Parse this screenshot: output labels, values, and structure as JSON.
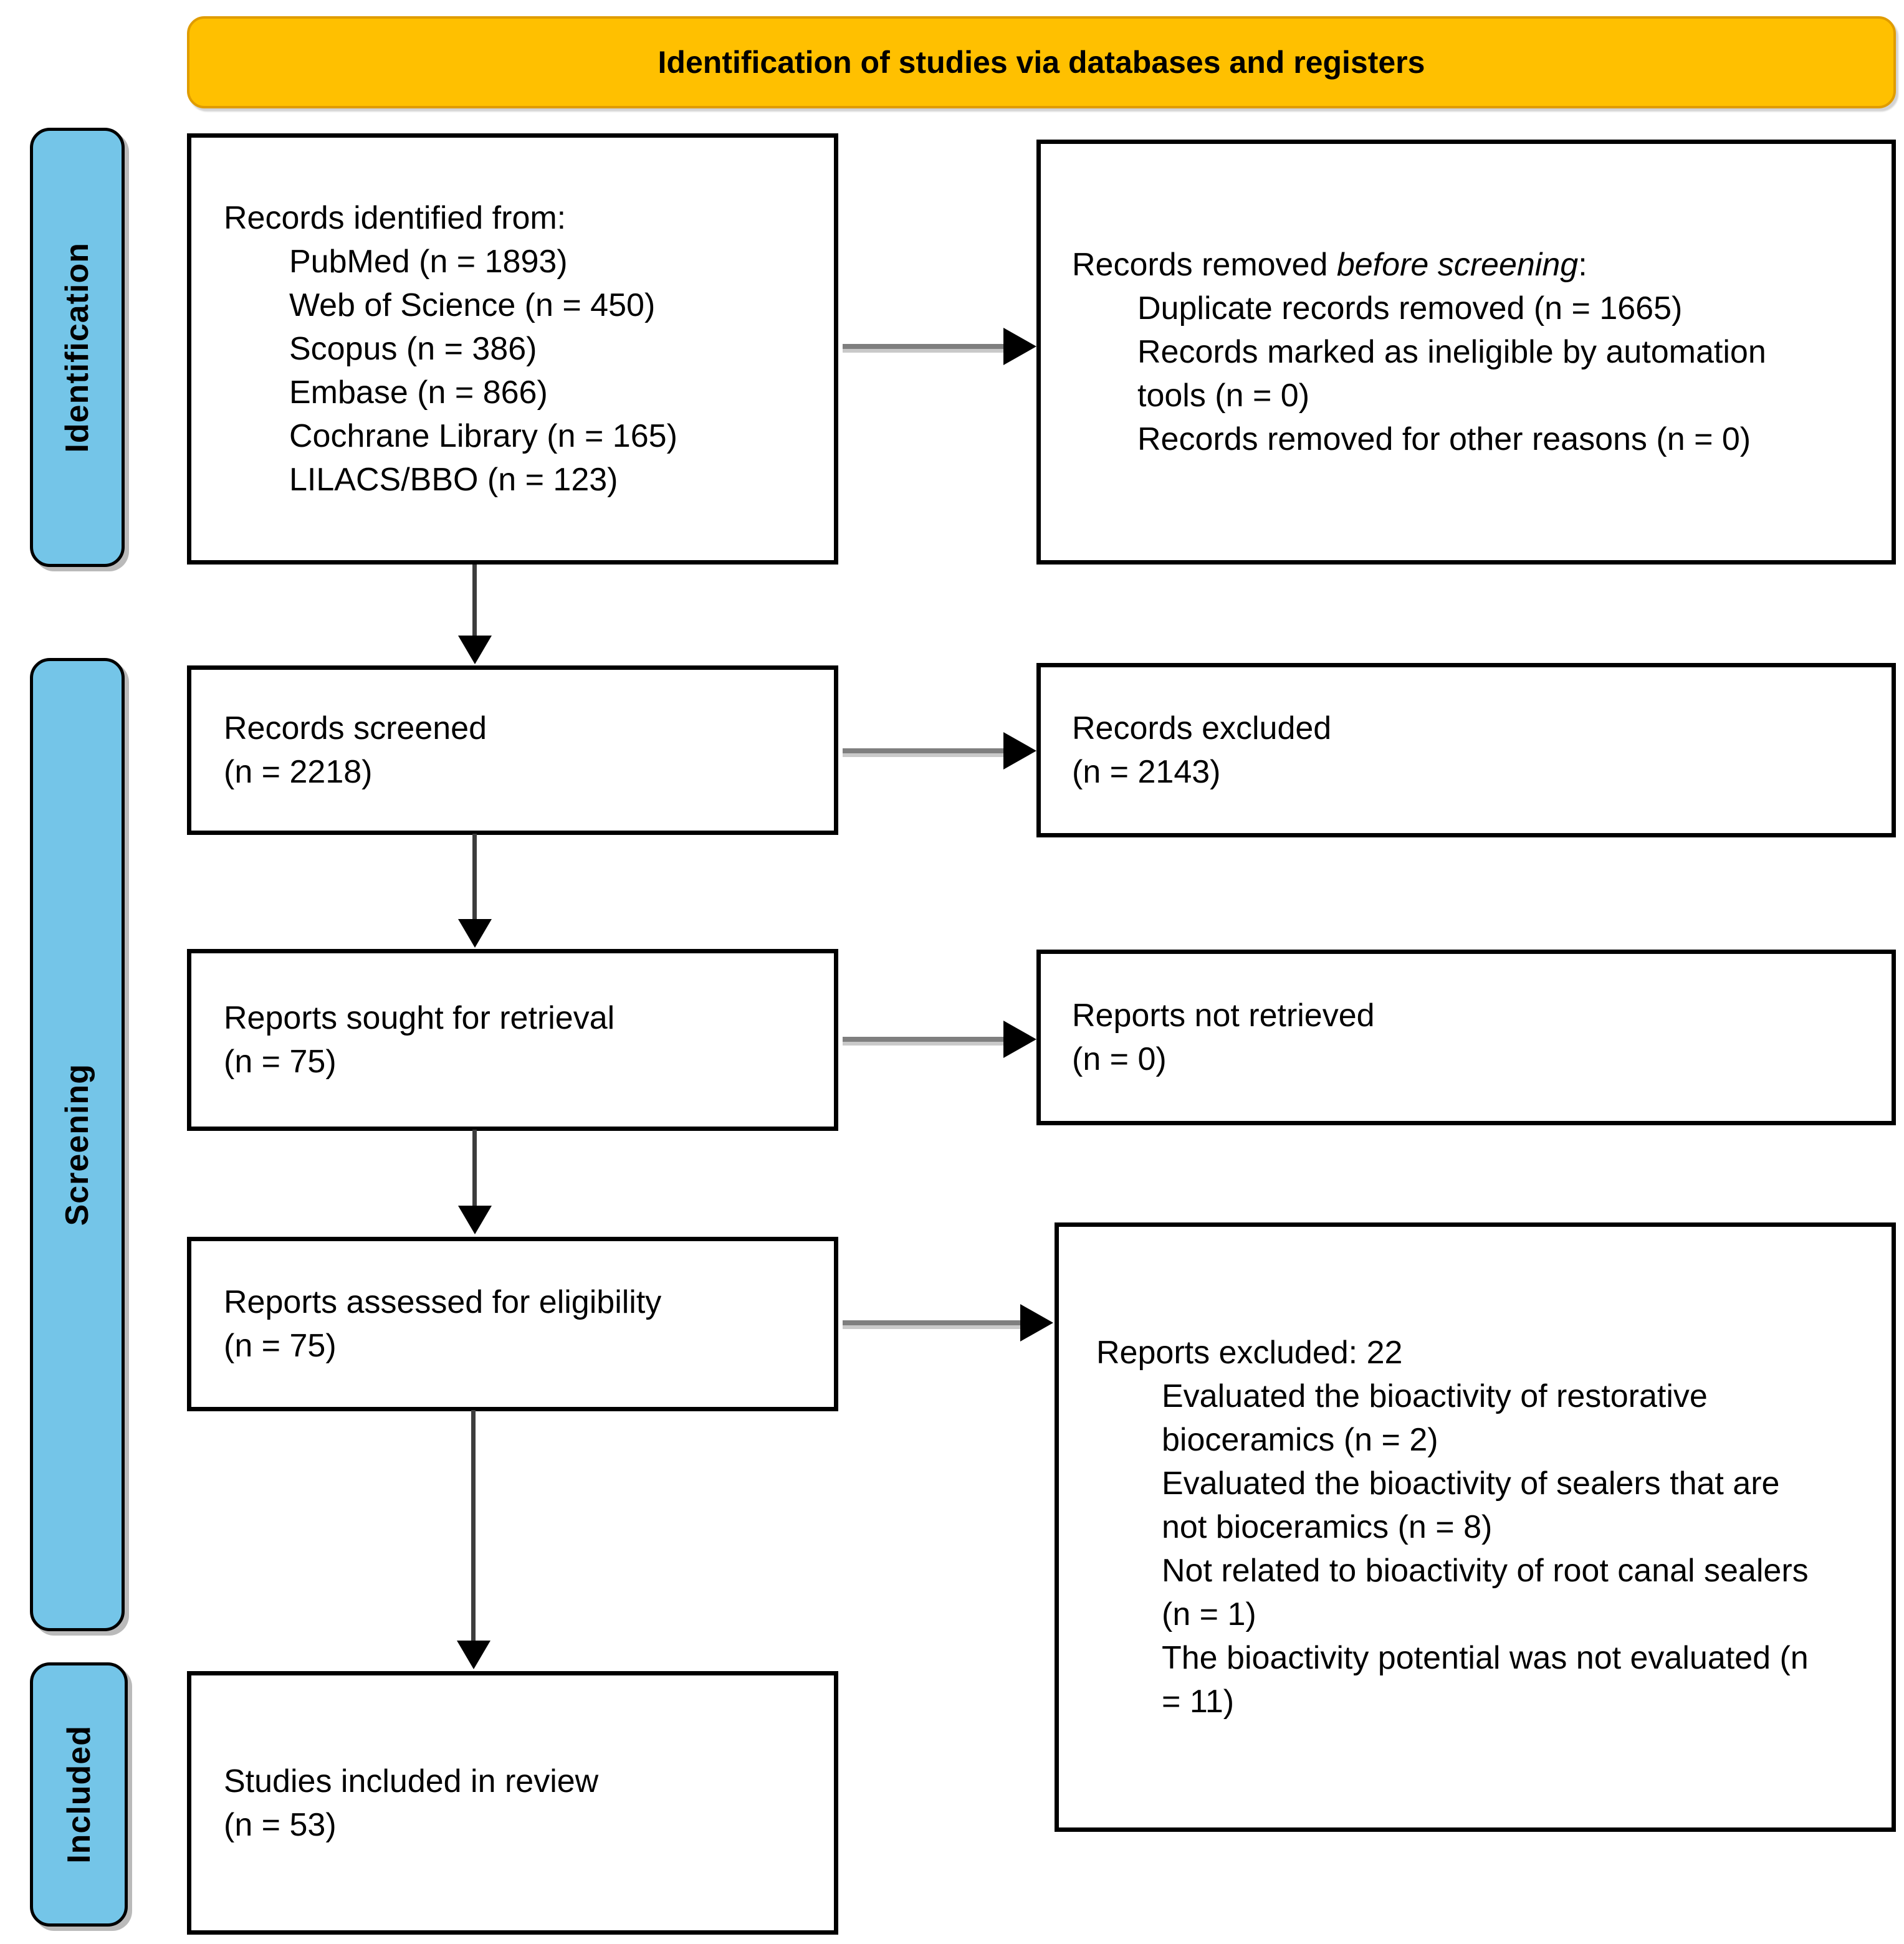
{
  "header": {
    "title": "Identification of studies via databases and registers"
  },
  "sidebar": {
    "identification_label": "Identification",
    "screening_label": "Screening",
    "included_label": "Included"
  },
  "boxes": {
    "records_identified": {
      "intro": "Records identified from:",
      "items": [
        "PubMed (n = 1893)",
        "Web of Science (n = 450)",
        "Scopus (n = 386)",
        "Embase (n = 866)",
        "Cochrane Library (n = 165)",
        "LILACS/BBO (n = 123)"
      ]
    },
    "records_removed": {
      "intro_prefix": "Records removed ",
      "intro_italic": "before screening",
      "intro_suffix": ":",
      "items": [
        "Duplicate records removed  (n = 1665)",
        "Records marked as ineligible by automation tools (n = 0)",
        "Records removed for other reasons (n = 0)"
      ]
    },
    "records_screened": {
      "lines": [
        "Records screened",
        "(n = 2218)"
      ]
    },
    "records_excluded": {
      "lines": [
        "Records excluded",
        "(n = 2143)"
      ]
    },
    "reports_sought": {
      "lines": [
        "Reports sought for retrieval",
        "(n = 75)"
      ]
    },
    "reports_not_retrieved": {
      "lines": [
        "Reports not retrieved",
        "(n = 0)"
      ]
    },
    "reports_assessed": {
      "lines": [
        "Reports assessed for eligibility",
        "(n = 75)"
      ]
    },
    "reports_excluded": {
      "intro": "Reports excluded: 22",
      "items": [
        "Evaluated the bioactivity of restorative bioceramics (n = 2)",
        "Evaluated the bioactivity of sealers that are not bioceramics (n = 8)",
        "Not related to bioactivity of root canal sealers (n = 1)",
        "The bioactivity potential was not evaluated (n = 11)"
      ]
    },
    "studies_included": {
      "lines": [
        "Studies included in review",
        "(n = 53)"
      ]
    }
  },
  "colors": {
    "header_bg": "#FFC000",
    "stage_bg": "#74C5E8",
    "box_border": "#000000",
    "arrow_shaft": "#7F7F7F",
    "arrow_head": "#000000"
  }
}
